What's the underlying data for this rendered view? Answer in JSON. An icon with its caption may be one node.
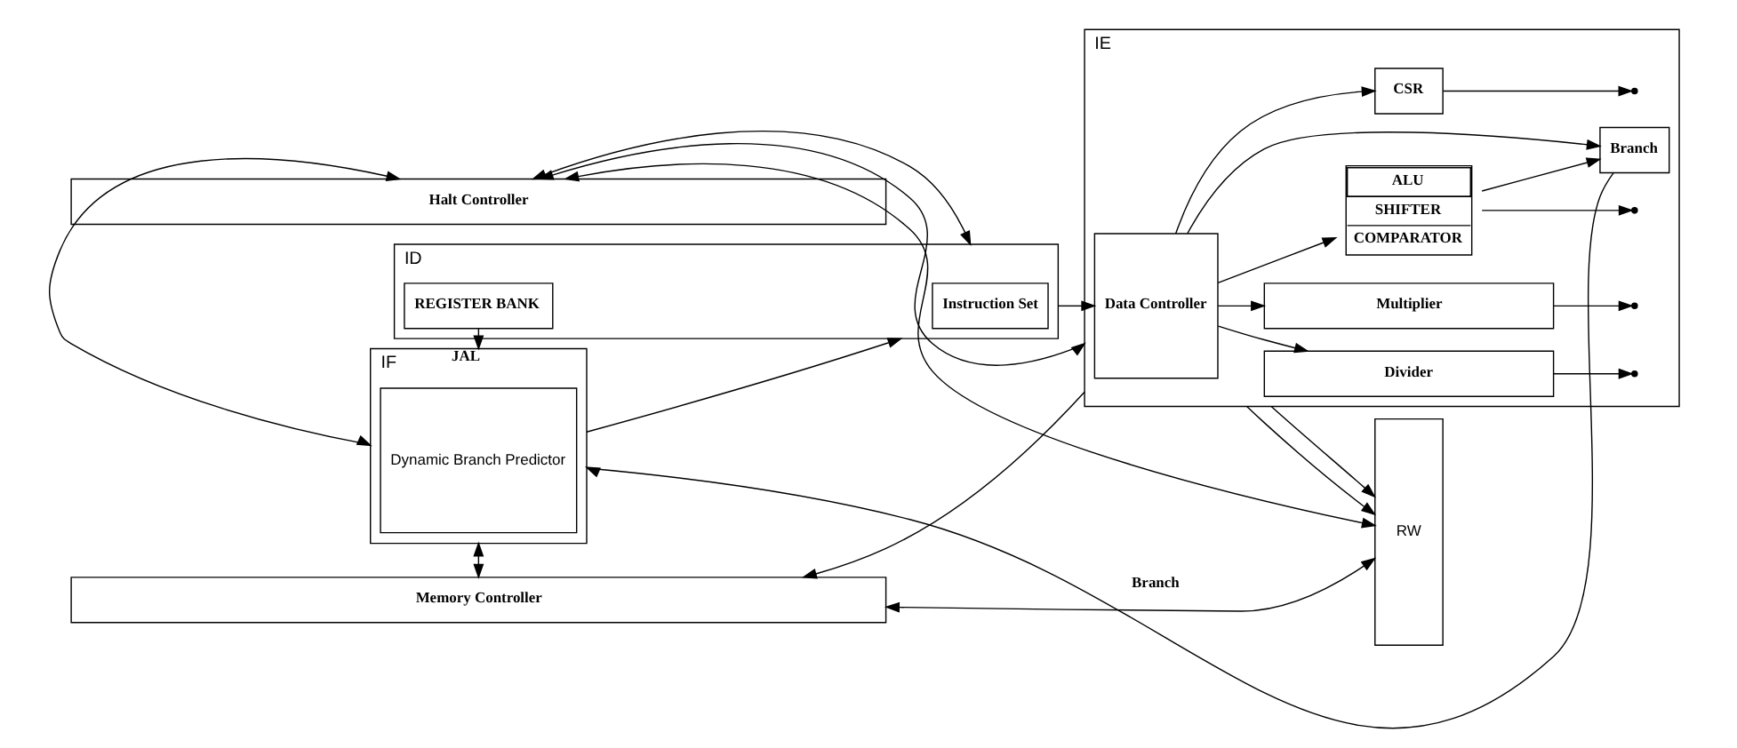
{
  "diagram": {
    "nodes": [
      {
        "text": [
          "Halt Controller"
        ]
      },
      {
        "text": [
          "IF"
        ]
      },
      {
        "text": [
          "Dynamic Branch Predictor"
        ],
        "in": 1
      },
      {
        "text": [
          "ID"
        ]
      },
      {
        "text": [
          "Instruction Set"
        ],
        "in": 3
      },
      {
        "text": [
          "REGISTER BANK"
        ],
        "in": 3
      },
      {
        "text": [
          "IE"
        ]
      },
      {
        "text": [
          "Data Controller"
        ],
        "in": 6
      },
      {
        "text": [
          "Divider"
        ],
        "in": 6
      },
      {
        "text": [
          "Multiplier"
        ],
        "in": 6
      },
      {
        "text": [
          "ALU",
          "SHIFTER",
          "COMPARATOR"
        ],
        "in": 6
      },
      {
        "text": [
          "Branch"
        ],
        "in": 6
      },
      {
        "text": [
          "CSR"
        ],
        "in": 6
      },
      {
        "text": [
          "RW"
        ]
      },
      {
        "text": [
          "Memory Controller"
        ]
      }
    ],
    "edges": [
      {
        "from": 0,
        "to": 1,
        "arrow": "both"
      },
      {
        "from": 0,
        "to": 3,
        "arrow": "both"
      },
      {
        "from": 0,
        "to": 6,
        "arrow": "both"
      },
      {
        "from": 0,
        "to": 13,
        "arrow": "both"
      },
      {
        "from": 1,
        "to": 3,
        "arrow": "to"
      },
      {
        "from": 3,
        "to": 7,
        "arrow": "to"
      },
      {
        "from": 7,
        "to": 8,
        "arrow": "to"
      },
      {
        "from": 7,
        "to": 9,
        "arrow": "to"
      },
      {
        "from": 7,
        "to": 10,
        "arrow": "to"
      },
      {
        "from": 7,
        "to": 11,
        "arrow": "to"
      },
      {
        "from": 10,
        "to": 11,
        "arrow": "to"
      },
      {
        "from": 7,
        "to": 12,
        "arrow": "to"
      },
      {
        "from": 8,
        "to": null,
        "arrow": "to"
      },
      {
        "from": 9,
        "to": null,
        "arrow": "to"
      },
      {
        "from": 10,
        "to": null,
        "arrow": "to"
      },
      {
        "from": 12,
        "to": null,
        "arrow": "to"
      },
      {
        "from": 11,
        "to": 1,
        "arrow": "to",
        "label": "Branch"
      },
      {
        "from": 5,
        "to": 1,
        "arrow": "to",
        "label": "JAL"
      },
      {
        "from": 6,
        "to": 13,
        "arrow": "to"
      },
      {
        "from": 6,
        "to": 13,
        "arrow": "to"
      },
      {
        "from": 1,
        "to": 14,
        "arrow": "both"
      },
      {
        "from": 6,
        "to": 14,
        "arrow": "to"
      },
      {
        "from": 13,
        "to": 14,
        "arrow": "both"
      }
    ]
  }
}
